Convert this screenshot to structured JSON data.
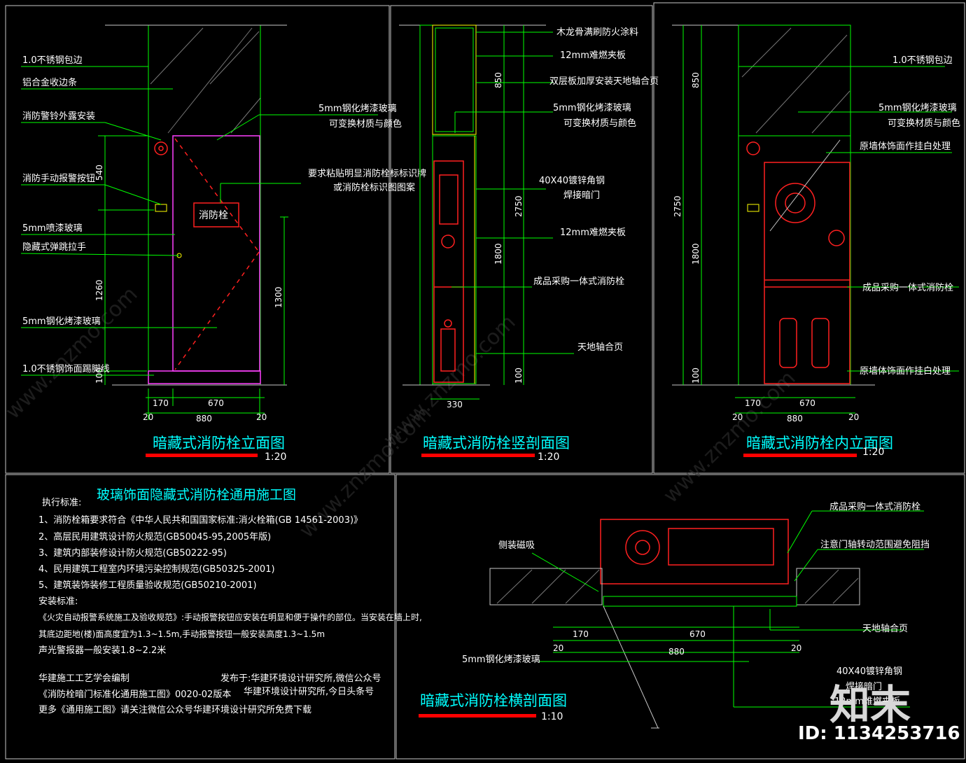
{
  "panel_elevation": {
    "labels": [
      "1.0不锈钢包边",
      "铝合金收边条",
      "消防警铃外露安装",
      "消防手动报警按钮",
      "5mm喷漆玻璃",
      "隐藏式弹跳拉手",
      "5mm钢化烤漆玻璃",
      "1.0不锈钢饰面踢脚线"
    ],
    "right_label_1": "5mm钢化烤漆玻璃",
    "right_label_2": "可变换材质与颜色",
    "sign_text": "消防栓",
    "note_1": "要求粘贴明显消防栓标标识牌",
    "note_2": "或消防栓标识图图案",
    "dims_v": [
      "540",
      "1260",
      "1300",
      "100"
    ],
    "dims_h": [
      "170",
      "670",
      "20",
      "880",
      "20"
    ],
    "title": "暗藏式消防栓立面图",
    "scale": "1:20"
  },
  "panel_section_v": {
    "labels": [
      "木龙骨满刷防火涂料",
      "12mm难燃夹板",
      "双层板加厚安装天地轴合页",
      "5mm钢化烤漆玻璃",
      "可变换材质与颜色",
      "40X40镀锌角钢",
      "焊接暗门",
      "12mm难燃夹板",
      "成品采购一体式消防栓",
      "天地轴合页"
    ],
    "dims_v": [
      "850",
      "2750",
      "1800",
      "100"
    ],
    "dims_h": [
      "330"
    ],
    "title": "暗藏式消防栓竖剖面图",
    "scale": "1:20"
  },
  "panel_inner": {
    "labels": [
      "1.0不锈钢包边",
      "5mm钢化烤漆玻璃",
      "可变换材质与颜色",
      "原墙体饰面作挂白处理",
      "成品采购一体式消防栓",
      "原墙体饰面作挂白处理"
    ],
    "dims_v": [
      "850",
      "2750",
      "1800",
      "100"
    ],
    "dims_h": [
      "170",
      "670",
      "20",
      "880",
      "20"
    ],
    "title": "暗藏式消防栓内立面图",
    "scale": "1:20"
  },
  "notes": {
    "heading": "玻璃饰面隐藏式消防栓通用施工图",
    "lines": [
      "执行标准:",
      "1、消防栓箱要求符合《中华人民共和国国家标准:消火栓箱(GB 14561-2003)》",
      "2、高层民用建筑设计防火规范(GB50045-95,2005年版)",
      "3、建筑内部装修设计防火规范(GB50222-95)",
      "4、民用建筑工程室内环境污染控制规范(GB50325-2001)",
      "5、建筑装饰装修工程质量验收规范(GB50210-2001)",
      "安装标准:",
      "《火灾自动报警系统施工及验收规范》:手动报警按钮应安装在明显和便于操作的部位。当安装在墙上时,",
      "其底边距地(楼)面高度宜为1.3~1.5m,手动报警按钮一般安装高度1.3~1.5m",
      "声光警报器一般安装1.8~2.2米"
    ],
    "credit_1": "华建施工工艺学会编制",
    "credit_2": "发布于:华建环境设计研究所,微信公众号",
    "credit_3": "《消防栓暗门标准化通用施工图》0020-02版本",
    "credit_4": "华建环境设计研究所,今日头条号",
    "credit_5": "更多《通用施工图》请关注微信公众号华建环境设计研究所免费下载"
  },
  "panel_section_h": {
    "labels": [
      "成品采购一体式消防栓",
      "侧装磁吸",
      "注意门轴转动范围避免阻挡",
      "天地轴合页",
      "5mm钢化烤漆玻璃",
      "40X40镀锌角钢",
      "焊接暗门",
      "12mm难燃夹板"
    ],
    "dims_h": [
      "170",
      "670",
      "20",
      "880",
      "20"
    ],
    "title": "暗藏式消防栓横剖面图",
    "scale": "1:10"
  },
  "watermark": {
    "logo": "知末",
    "id": "ID: 1134253716",
    "text": "www.znzmo.com"
  }
}
